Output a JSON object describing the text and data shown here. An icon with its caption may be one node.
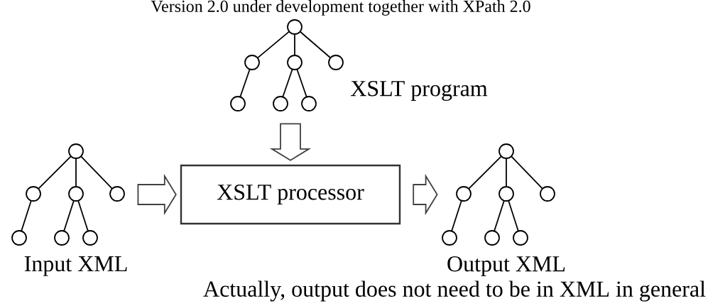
{
  "diagram": {
    "nodes": [
      {
        "text": [
          "XSLT program"
        ]
      },
      {
        "text": [
          "Input XML"
        ]
      },
      {
        "text": [
          "XSLT processor"
        ]
      },
      {
        "text": [
          "Output XML"
        ]
      }
    ],
    "edges": [
      {
        "from": 0,
        "to": 2,
        "arrow": "to"
      },
      {
        "from": 1,
        "to": 2,
        "arrow": "to"
      },
      {
        "from": 2,
        "to": 3,
        "arrow": "to"
      }
    ],
    "labels": [
      "Version 2.0 under development together with XPath 2.0",
      "Actually, output does not need to be in XML in general"
    ]
  }
}
